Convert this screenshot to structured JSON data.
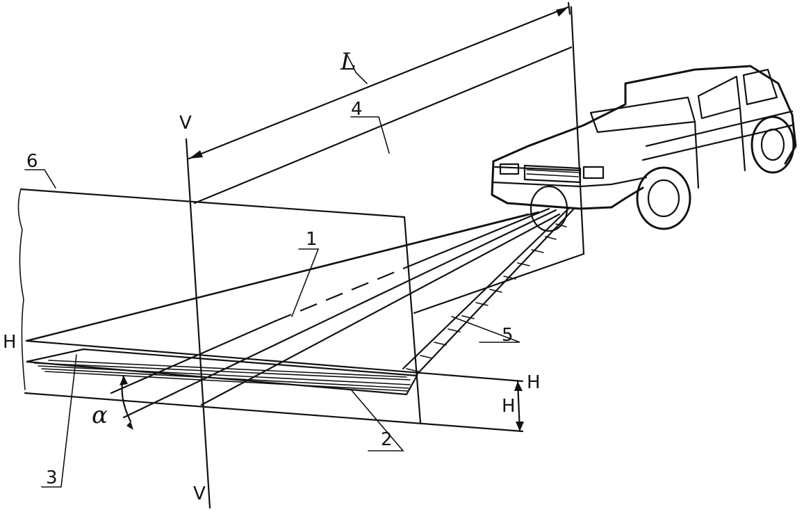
{
  "labels": {
    "one": "1",
    "two": "2",
    "three": "3",
    "four": "4",
    "five": "5",
    "six": "6",
    "distance": "L",
    "vertical_top": "V",
    "vertical_bottom": "V",
    "horizontal_left": "H",
    "horizontal_right": "H",
    "height": "H",
    "angle": "α"
  }
}
